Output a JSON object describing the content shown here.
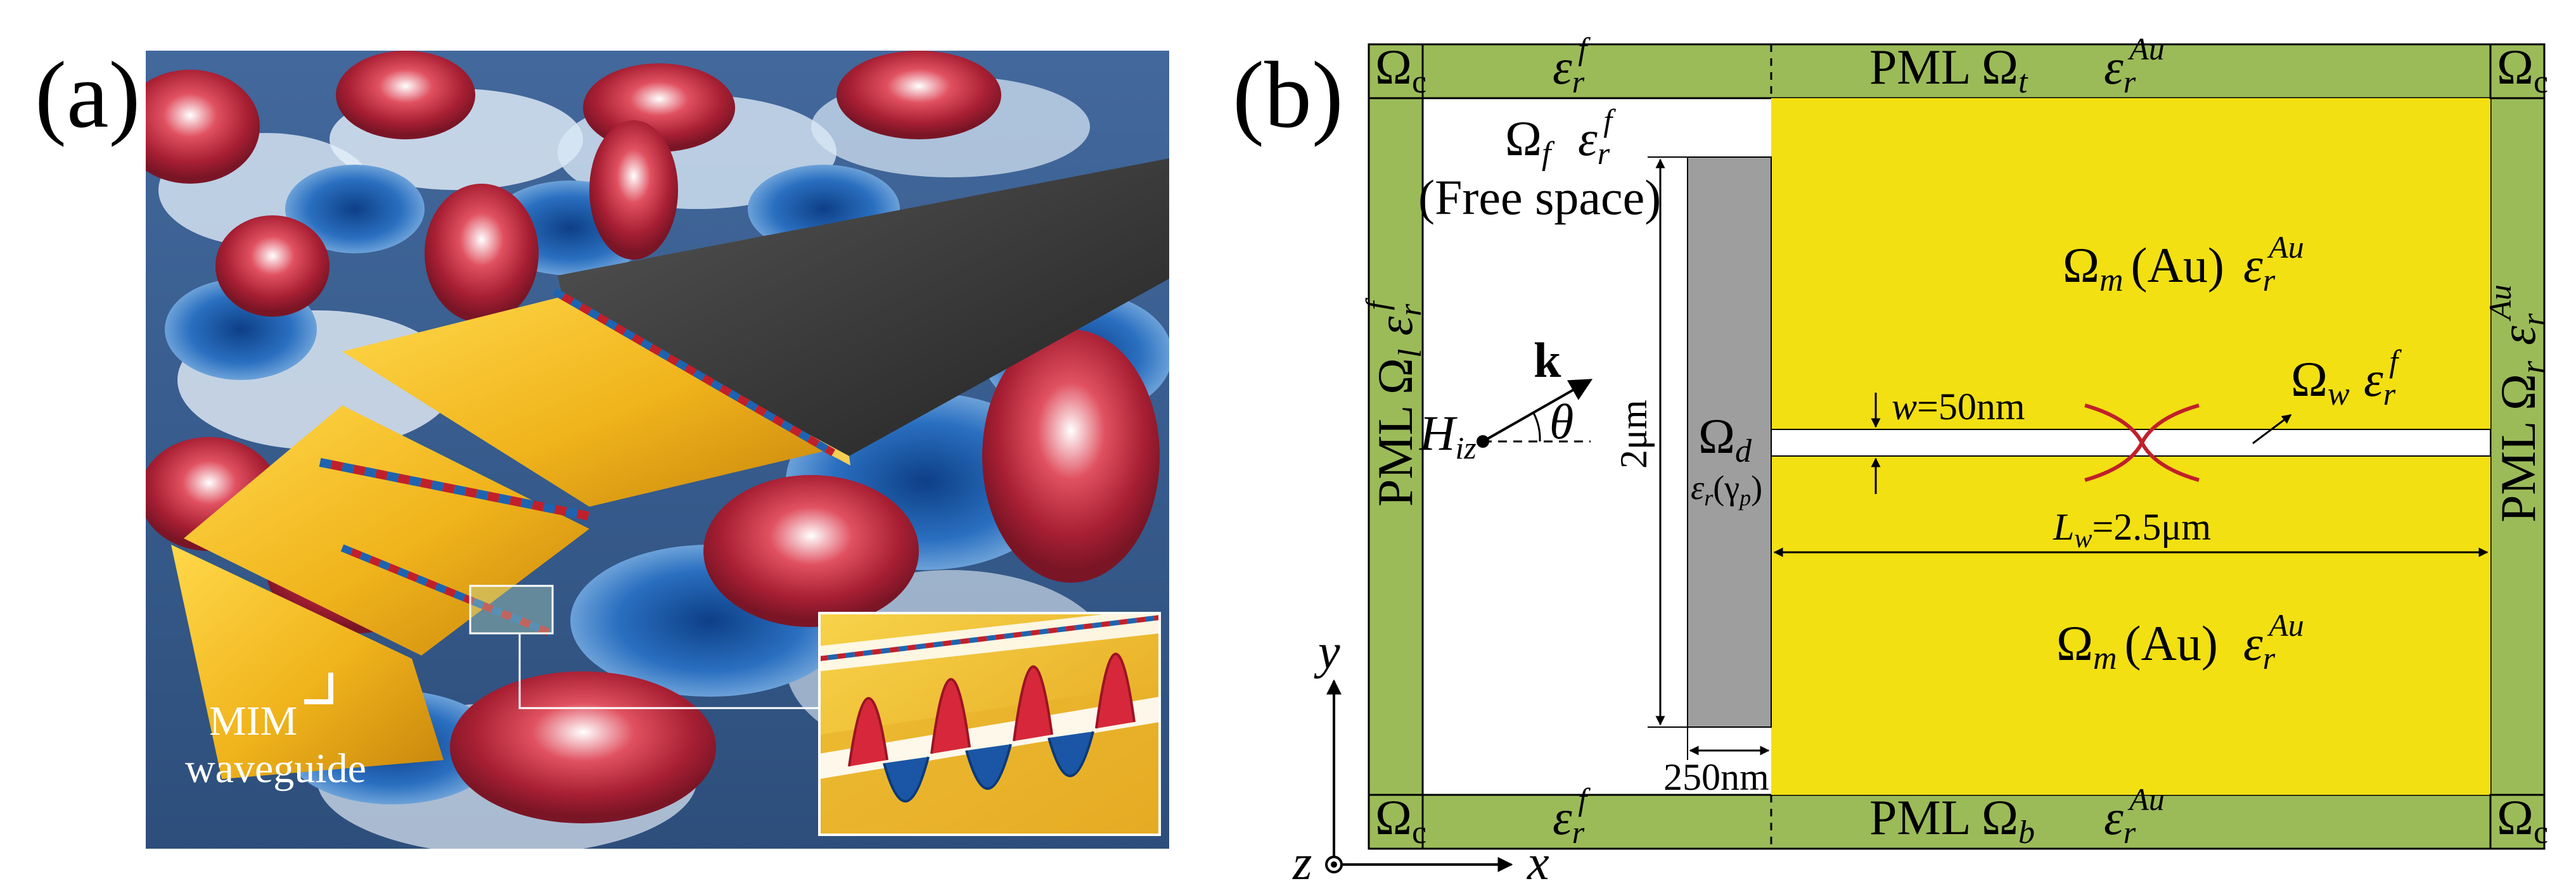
{
  "panel_a": {
    "label": "(a)",
    "caption_line1": "MIM",
    "caption_line2": "waveguide"
  },
  "panel_b": {
    "label": "(b)",
    "corner_symbol": "Ω",
    "corner_sub": "c",
    "eps_symbol": "ε",
    "eps_sub": "r",
    "eps_f_sup": "f",
    "eps_au_sup": "Au",
    "pml_top": {
      "prefix": "PML Ω",
      "sub": "t"
    },
    "pml_bottom": {
      "prefix": "PML Ω",
      "sub": "b"
    },
    "pml_left": {
      "prefix": "PML Ω",
      "sub": "l"
    },
    "pml_right": {
      "prefix": "PML Ω",
      "sub": "r"
    },
    "free_space": {
      "omega": "Ω",
      "sub": "f",
      "caption": "(Free space)"
    },
    "metal": {
      "omega": "Ω",
      "sub": "m",
      "name": "(Au)"
    },
    "dielectric": {
      "omega": "Ω",
      "sub": "d",
      "eps_arg_open": "(γ",
      "eps_arg_sub": "p",
      "eps_arg_close": ")"
    },
    "waveguide": {
      "omega": "Ω",
      "sub": "w"
    },
    "width_label": {
      "var": "w",
      "value": "=50nm"
    },
    "length_label": {
      "var": "L",
      "sub": "w",
      "value": "=2.5μm"
    },
    "height_label": "2μm",
    "thickness_label": "250nm",
    "source": {
      "var": "H",
      "sub": "iz",
      "k": "k",
      "angle": "θ"
    },
    "axes": {
      "x": "x",
      "y": "y",
      "z": "z"
    }
  },
  "colors": {
    "pml_green": "#9bbb59",
    "gold": "#f2e012",
    "dielectric_gray": "#9e9e9e",
    "field_red": "#c0202a",
    "field_blue": "#1e63b0",
    "dark_metal": "#3a3a3a"
  }
}
